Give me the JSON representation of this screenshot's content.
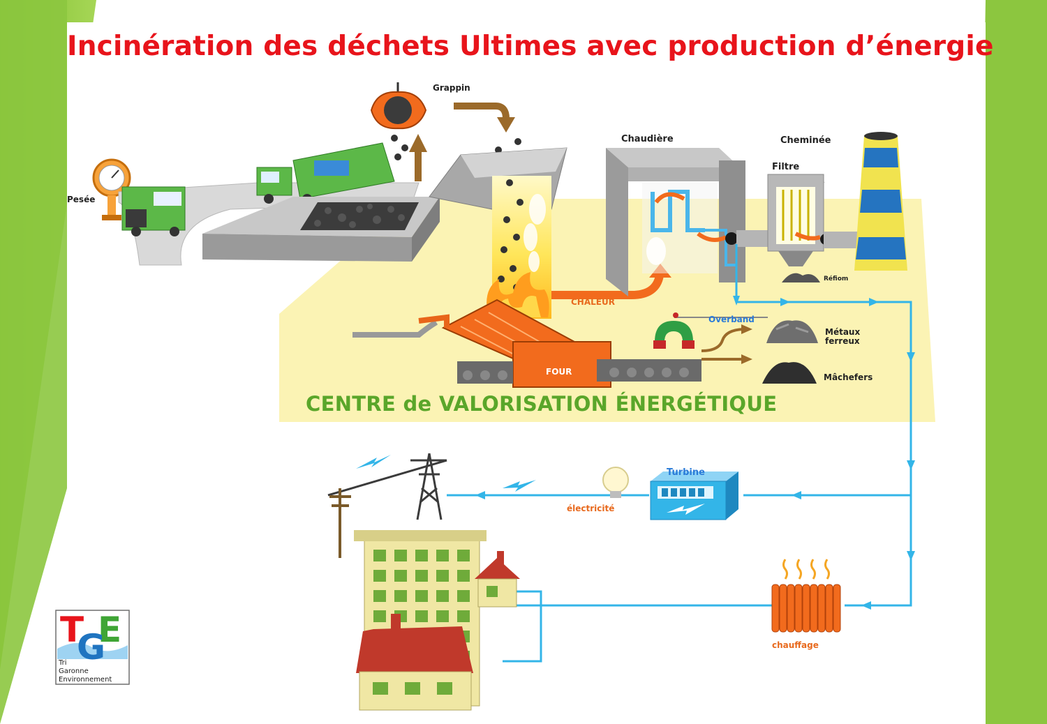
{
  "title": "Incinération des déchets Ultimes avec production d’énergie",
  "labels": {
    "grappin": "Grappin",
    "pesee": "Pesée",
    "chaudiere": "Chaudière",
    "cheminee": "Cheminée",
    "filtre": "Filtre",
    "refiom": "Réfiom",
    "chaleur": "CHALEUR",
    "overband": "Overband",
    "metaux_line1": "Métaux",
    "metaux_line2": "ferreux",
    "machefers": "Mâchefers",
    "four": "FOUR",
    "turbine": "Turbine",
    "electricite": "électricité",
    "chauffage": "chauffage"
  },
  "banner": "CENTRE de VALORISATION ÉNERGÉTIQUE",
  "logo": {
    "letters": [
      "T",
      "E",
      "G"
    ],
    "line1": "Tri",
    "line2": "Garonne",
    "line3": "Environnement"
  },
  "colors": {
    "title": "#e8141b",
    "slide_green": "#8cc63f",
    "flow_blue": "#33b5e8",
    "banner_green": "#5aa62a",
    "plant_floor": "#fbf3b4",
    "fire_orange": "#f26b1d"
  }
}
